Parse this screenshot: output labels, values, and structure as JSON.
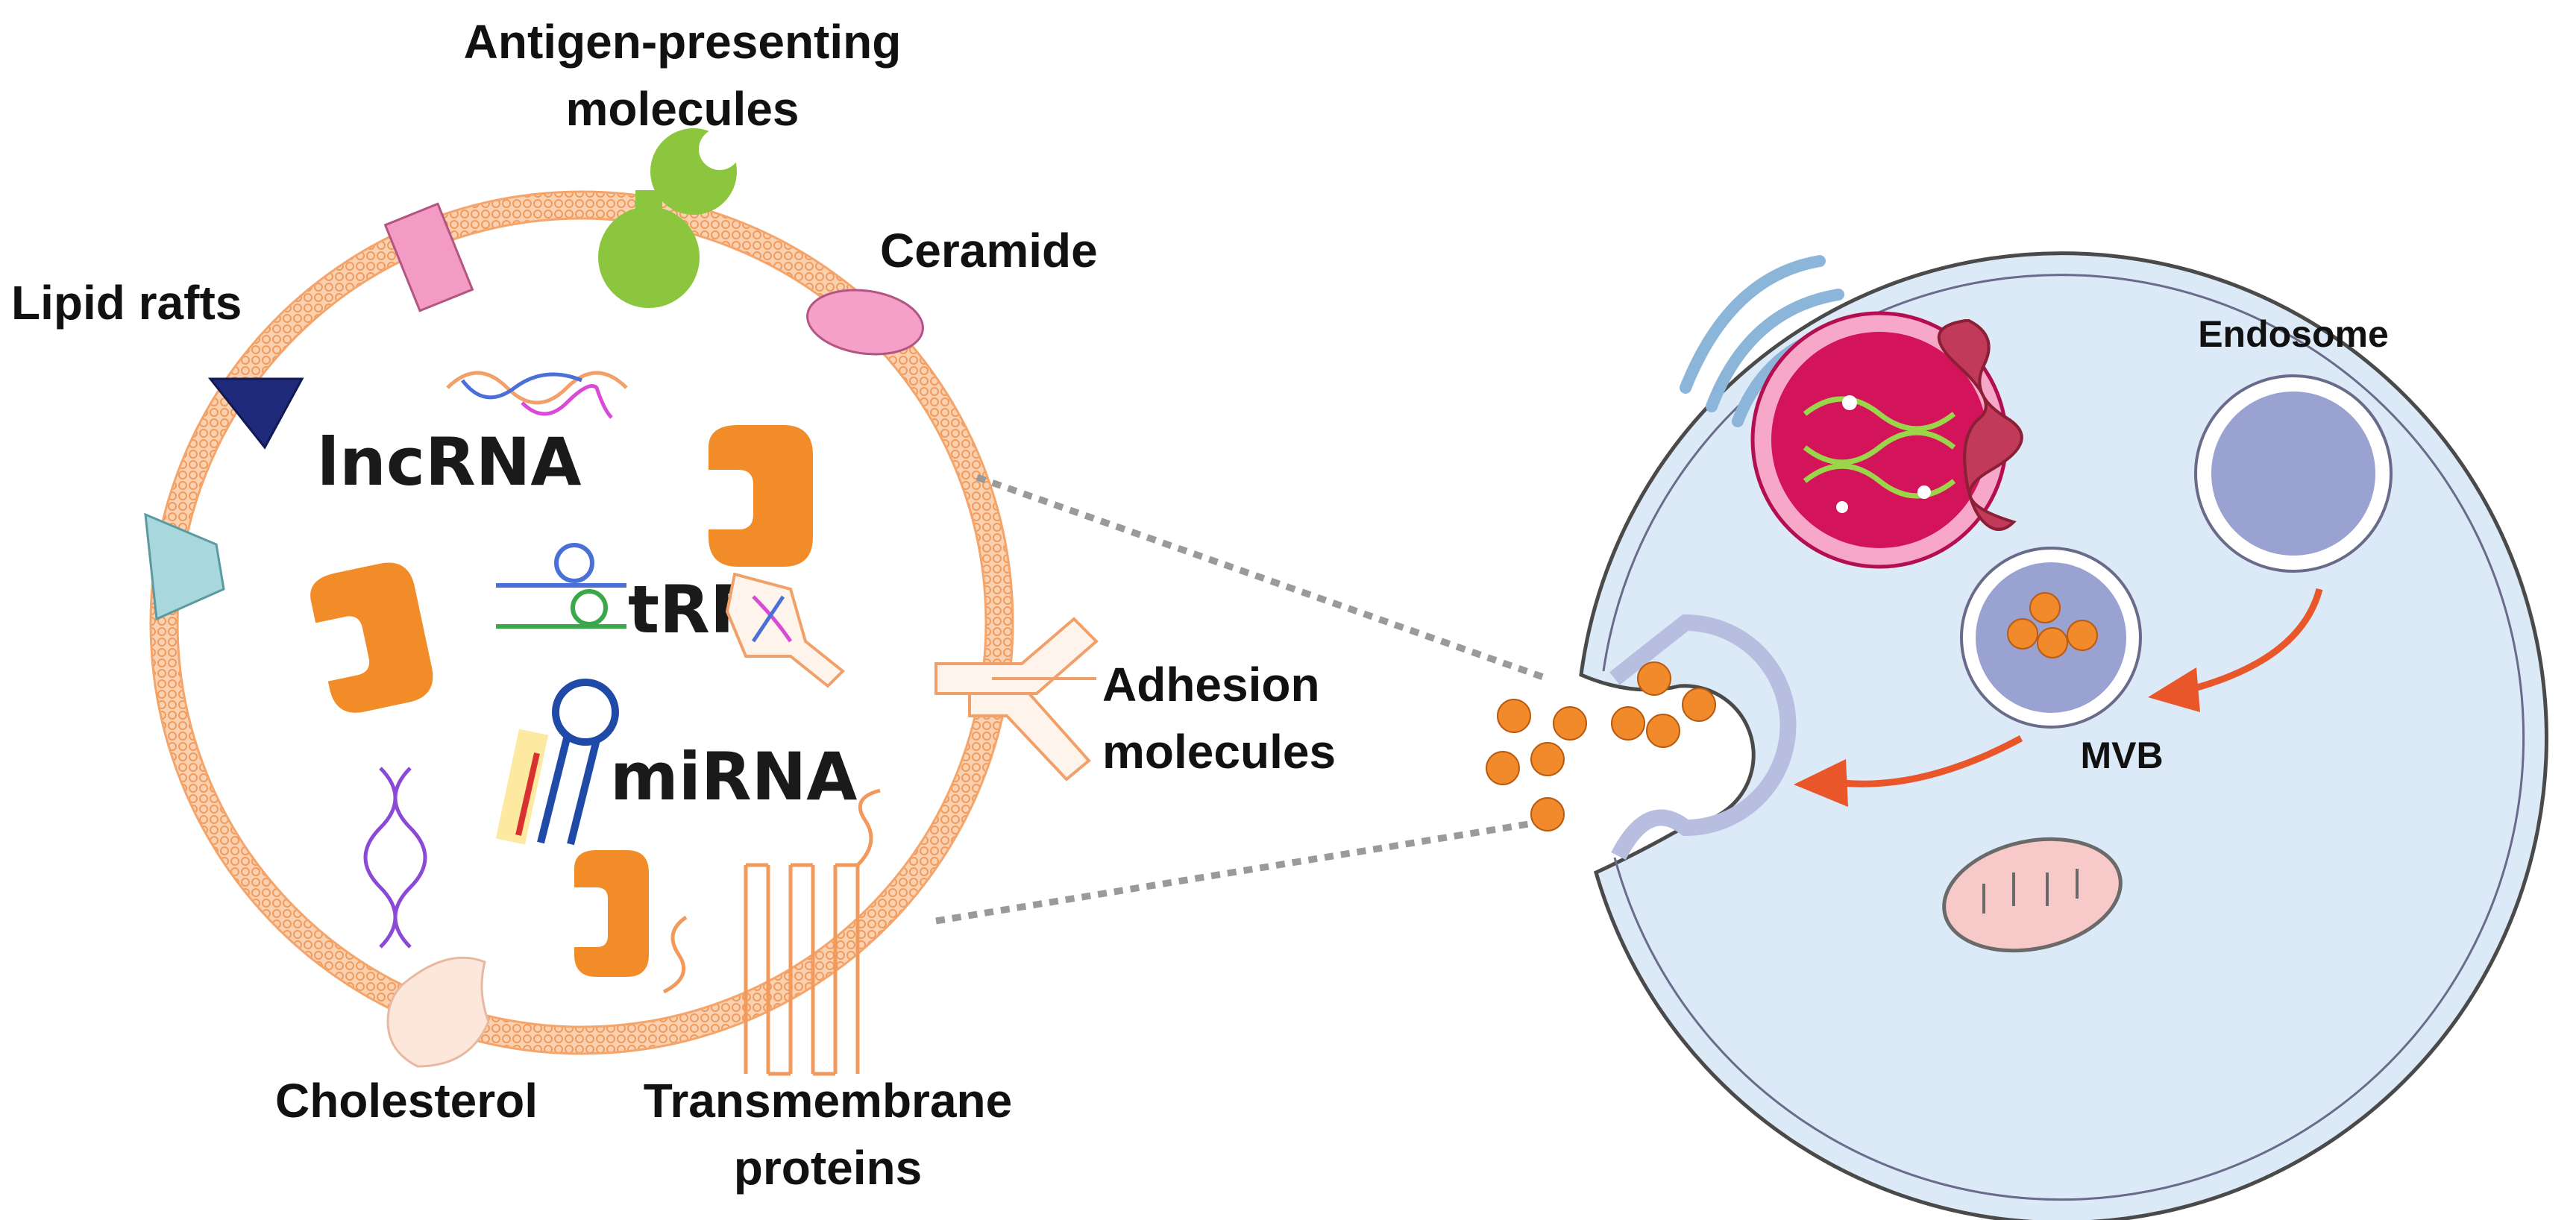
{
  "labels": {
    "antigen_line1": "Antigen-presenting",
    "antigen_line2": "molecules",
    "ceramide": "Ceramide",
    "lipid_rafts": "Lipid rafts",
    "adhesion_line1": "Adhesion",
    "adhesion_line2": "molecules",
    "cholesterol": "Cholesterol",
    "transmembrane_line1": "Transmembrane",
    "transmembrane_line2": "proteins",
    "endosome": "Endosome",
    "mvb": "MVB"
  },
  "cargo": {
    "lncrna": "lncRNA",
    "trf": "tRF",
    "mirna": "miRNA"
  },
  "colors": {
    "membrane": "#f5a46a",
    "cargo_protein": "#f28c28",
    "cell_fill": "#dce9f6",
    "cell_outline": "#4a4a4a",
    "endosome_fill": "#9aa2d2",
    "arrow": "#e8562a",
    "exosome_dot": "#f08a2a",
    "antigen_green": "#8cc63f",
    "lipid_raft_navy": "#1f2a7a",
    "ceramide_pink": "#f5a0c8",
    "nucleus_magenta": "#d4145a"
  }
}
